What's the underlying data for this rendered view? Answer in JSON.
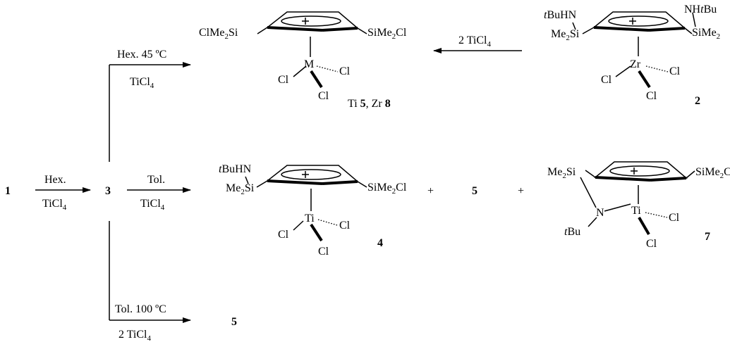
{
  "reaction_conditions": {
    "hex_45": "Hex. 45 ºC",
    "ticl4": "TiCl",
    "two_ticl4": "2 TiCl",
    "hex": "Hex.",
    "tol": "Tol.",
    "tol_100": "Tol. 100 ºC",
    "sub4": "4"
  },
  "compounds": {
    "c1": "1",
    "c2": "2",
    "c3": "3",
    "c4": "4",
    "c5": "5",
    "c7": "7",
    "plus": "+",
    "ti5_zr8_prefix": "Ti ",
    "ti5_zr8_five": "5",
    "ti5_zr8_mid": ", Zr ",
    "ti5_zr8_eight": "8"
  },
  "atoms": {
    "clme2si": "ClMe",
    "sime2cl": "SiMe",
    "me2si": "Me",
    "sime2": "SiMe",
    "nhtbu": "NH",
    "tbuhn": "BuHN",
    "tbu": "Bu",
    "t": "t",
    "two": "2",
    "si": "Si",
    "cl_suffix": "Cl",
    "cl": "Cl",
    "m": "M",
    "ti": "Ti",
    "zr": "Zr",
    "n": "N"
  }
}
